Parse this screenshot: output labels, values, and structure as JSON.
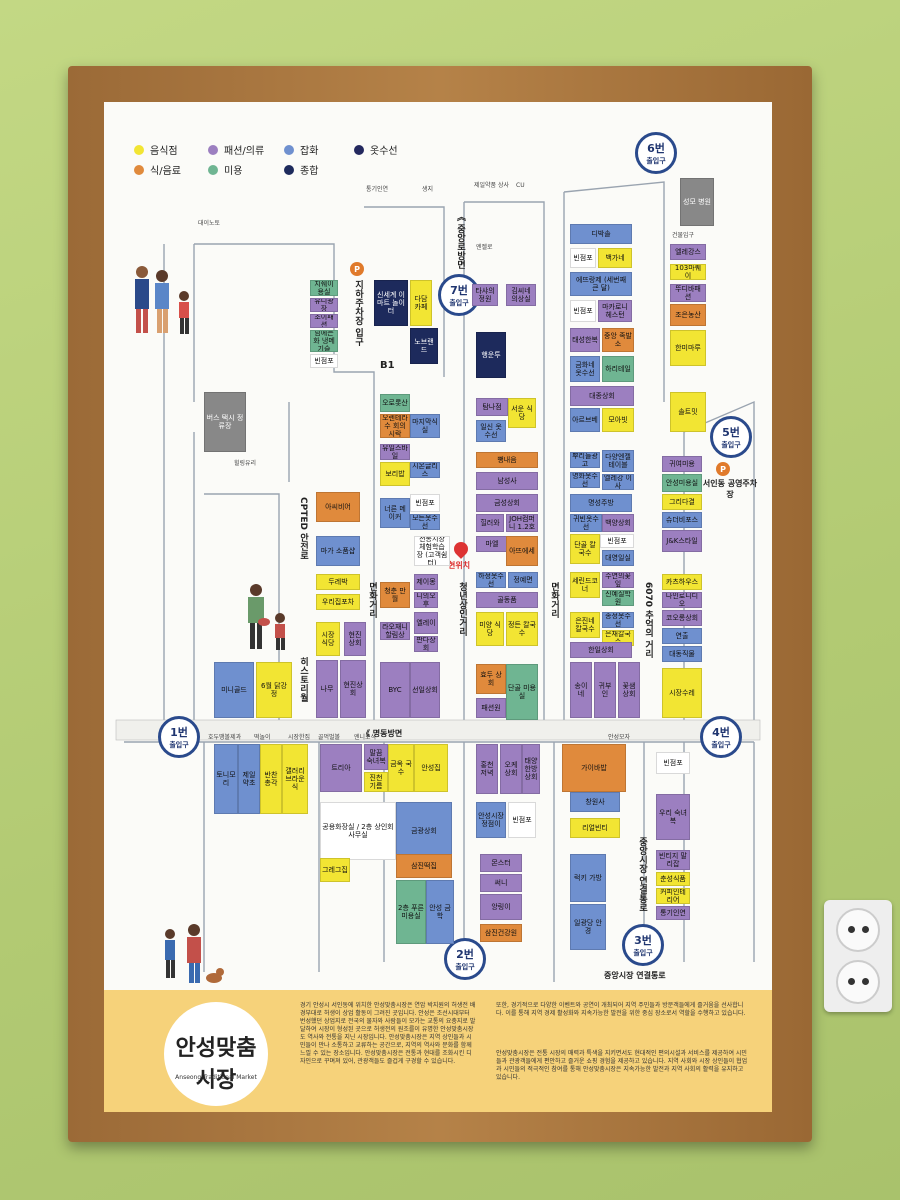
{
  "legend": [
    {
      "label": "음식점",
      "color": "#f2e533"
    },
    {
      "label": "패션/의류",
      "color": "#9c7fc0"
    },
    {
      "label": "잡화",
      "color": "#6f90cf"
    },
    {
      "label": "옷수선",
      "color": "#23285e"
    },
    {
      "label": "식/음료",
      "color": "#e08a3c"
    },
    {
      "label": "미용",
      "color": "#6fb592"
    },
    {
      "label": "종합",
      "color": "#1d2a5c"
    }
  ],
  "gates": [
    {
      "num": "6번",
      "label": "출입구"
    },
    {
      "num": "7번",
      "label": "출입구"
    },
    {
      "num": "5번",
      "label": "출입구"
    },
    {
      "num": "1번",
      "label": "출입구"
    },
    {
      "num": "4번",
      "label": "출입구"
    },
    {
      "num": "2번",
      "label": "출입구"
    },
    {
      "num": "3번",
      "label": "출입구"
    }
  ],
  "streets": {
    "jungang": "《 중앙로방면",
    "myeongdong": "《 명동방면",
    "cpted": "CPTED 안전로",
    "history": "히스토리월",
    "myeonhwa1": "면화거리",
    "myeonhwa2": "면화거리",
    "youth": "청년상인거리",
    "street6070": "6070 추억의 거리",
    "market_link": "중앙시장 연결통로",
    "jungang_road": "중앙시장 연결통로"
  },
  "places": {
    "underground": "지하주차장 입구",
    "bus": "버스 택시 정류장",
    "parking_east": "서인동 공영주차장",
    "here": "현위치",
    "b1": "B1",
    "cathedral": "성모 병원"
  },
  "small_labels": {
    "a": "통기인연",
    "b": "생지",
    "c": "제일약품 상사",
    "d": "CU",
    "e": "대이노토",
    "f": "힐링유리",
    "g": "엔젤로",
    "h": "건물입구"
  },
  "shops": [
    {
      "t": "지쉐이용실",
      "c": "#6fb592"
    },
    {
      "t": "유니광장",
      "c": "#9c7fc0"
    },
    {
      "t": "조이패션",
      "c": "#9c7fc0"
    },
    {
      "t": "남에는화 냉메기슬",
      "c": "#6fb592"
    },
    {
      "t": "빈점포",
      "c": "#ffffff"
    },
    {
      "t": "신세계 이마트 놀이터",
      "c": "#1d2a5c"
    },
    {
      "t": "다담 카페",
      "c": "#f2e533"
    },
    {
      "t": "노브랜드",
      "c": "#1d2a5c"
    },
    {
      "t": "타샤의 정원",
      "c": "#9c7fc0"
    },
    {
      "t": "김씨네 의상실",
      "c": "#9c7fc0"
    },
    {
      "t": "행운투",
      "c": "#1d2a5c"
    },
    {
      "t": "디박솔",
      "c": "#6f90cf"
    },
    {
      "t": "빈점포",
      "c": "#ffffff"
    },
    {
      "t": "백가네",
      "c": "#f2e533"
    },
    {
      "t": "에뜨랑제 (세번째 큰 달)",
      "c": "#6f90cf"
    },
    {
      "t": "빈점포",
      "c": "#ffffff"
    },
    {
      "t": "마카로니 헤스턴",
      "c": "#9c7fc0"
    },
    {
      "t": "태성한복",
      "c": "#9c7fc0"
    },
    {
      "t": "중앙 족발소",
      "c": "#e08a3c"
    },
    {
      "t": "금화네 옷수선",
      "c": "#6f90cf"
    },
    {
      "t": "하리테일",
      "c": "#6fb592"
    },
    {
      "t": "대종상회",
      "c": "#9c7fc0"
    },
    {
      "t": "아르브베",
      "c": "#6f90cf"
    },
    {
      "t": "모아빗",
      "c": "#f2e533"
    },
    {
      "t": "성모 병원",
      "c": "#888888"
    },
    {
      "t": "엘레강스",
      "c": "#9c7fc0"
    },
    {
      "t": "103마퀘이",
      "c": "#f2e533"
    },
    {
      "t": "뚜디바패션",
      "c": "#9c7fc0"
    },
    {
      "t": "조은농산",
      "c": "#e08a3c"
    },
    {
      "t": "한미마루",
      "c": "#f2e533"
    },
    {
      "t": "솔트밋",
      "c": "#f2e533"
    },
    {
      "t": "오로롯산",
      "c": "#6fb592"
    },
    {
      "t": "오렌테라수 회의시락",
      "c": "#e08a3c"
    },
    {
      "t": "마지막식실",
      "c": "#6f90cf"
    },
    {
      "t": "유일스바일",
      "c": "#9c7fc0"
    },
    {
      "t": "보리밥",
      "c": "#f2e533"
    },
    {
      "t": "시온글리스",
      "c": "#6f90cf"
    },
    {
      "t": "탐나점",
      "c": "#9c7fc0"
    },
    {
      "t": "서운 식당",
      "c": "#f2e533"
    },
    {
      "t": "일신 옷수선",
      "c": "#6f90cf"
    },
    {
      "t": "뻥내음",
      "c": "#e08a3c"
    },
    {
      "t": "남성사",
      "c": "#9c7fc0"
    },
    {
      "t": "아씨비어",
      "c": "#e08a3c"
    },
    {
      "t": "너른 메이커",
      "c": "#6f90cf"
    },
    {
      "t": "빈점포",
      "c": "#ffffff"
    },
    {
      "t": "모든옷수선",
      "c": "#6f90cf"
    },
    {
      "t": "금성상회",
      "c": "#9c7fc0"
    },
    {
      "t": "힐러와",
      "c": "#9c7fc0"
    },
    {
      "t": "JOH컴퍼니 1.2호",
      "c": "#9c7fc0"
    },
    {
      "t": "뿌리들광고",
      "c": "#6f90cf"
    },
    {
      "t": "다양엔젤 테이블",
      "c": "#6f90cf"
    },
    {
      "t": "명화옷수선",
      "c": "#6f90cf"
    },
    {
      "t": "엘레강 이사",
      "c": "#6f90cf"
    },
    {
      "t": "명성주방",
      "c": "#6f90cf"
    },
    {
      "t": "귀빈옷수선",
      "c": "#6f90cf"
    },
    {
      "t": "백양상회",
      "c": "#9c7fc0"
    },
    {
      "t": "귀여미용",
      "c": "#9c7fc0"
    },
    {
      "t": "안성미용실",
      "c": "#6fb592"
    },
    {
      "t": "그리다결",
      "c": "#f2e533"
    },
    {
      "t": "슈더비포스",
      "c": "#6f90cf"
    },
    {
      "t": "J&K스타일",
      "c": "#9c7fc0"
    },
    {
      "t": "마가 소품샵",
      "c": "#6f90cf"
    },
    {
      "t": "전통시장 체험학습장 (고객쉼터)",
      "c": "#ffffff"
    },
    {
      "t": "마엘",
      "c": "#9c7fc0"
    },
    {
      "t": "아뜨에세",
      "c": "#e08a3c"
    },
    {
      "t": "빈점포",
      "c": "#ffffff"
    },
    {
      "t": "단골 칼국수",
      "c": "#f2e533"
    },
    {
      "t": "대영일실",
      "c": "#6f90cf"
    },
    {
      "t": "두레박",
      "c": "#f2e533"
    },
    {
      "t": "우리집포차",
      "c": "#f2e533"
    },
    {
      "t": "청춘 만월",
      "c": "#e08a3c"
    },
    {
      "t": "제이몽",
      "c": "#9c7fc0"
    },
    {
      "t": "니의오후",
      "c": "#9c7fc0"
    },
    {
      "t": "하정옷수선",
      "c": "#6f90cf"
    },
    {
      "t": "정예면",
      "c": "#6f90cf"
    },
    {
      "t": "골동품",
      "c": "#9c7fc0"
    },
    {
      "t": "세린드코너",
      "c": "#f2e533"
    },
    {
      "t": "수연의꽃잎",
      "c": "#9c7fc0"
    },
    {
      "t": "신예실학원",
      "c": "#6fb592"
    },
    {
      "t": "카츠하우스",
      "c": "#f2e533"
    },
    {
      "t": "나인로니디오",
      "c": "#9c7fc0"
    },
    {
      "t": "코오롱상회",
      "c": "#9c7fc0"
    },
    {
      "t": "연출",
      "c": "#6f90cf"
    },
    {
      "t": "대동직물",
      "c": "#6f90cf"
    },
    {
      "t": "시장 식당",
      "c": "#f2e533"
    },
    {
      "t": "현진 상회",
      "c": "#9c7fc0"
    },
    {
      "t": "라오재니 할림상",
      "c": "#9c7fc0"
    },
    {
      "t": "엘레이",
      "c": "#9c7fc0"
    },
    {
      "t": "판다상회",
      "c": "#9c7fc0"
    },
    {
      "t": "미양 식당",
      "c": "#f2e533"
    },
    {
      "t": "정든 칼국수",
      "c": "#f2e533"
    },
    {
      "t": "은진네 칼국수",
      "c": "#f2e533"
    },
    {
      "t": "송정옷수선",
      "c": "#6f90cf"
    },
    {
      "t": "은재칼국수",
      "c": "#f2e533"
    },
    {
      "t": "한일상회",
      "c": "#9c7fc0"
    },
    {
      "t": "나무",
      "c": "#9c7fc0"
    },
    {
      "t": "현진상회",
      "c": "#9c7fc0"
    },
    {
      "t": "BYC",
      "c": "#9c7fc0"
    },
    {
      "t": "선일상회",
      "c": "#9c7fc0"
    },
    {
      "t": "효두 상회",
      "c": "#e08a3c"
    },
    {
      "t": "단골 미용실",
      "c": "#6fb592"
    },
    {
      "t": "패션원",
      "c": "#9c7fc0"
    },
    {
      "t": "송이네",
      "c": "#9c7fc0"
    },
    {
      "t": "귀부인",
      "c": "#9c7fc0"
    },
    {
      "t": "꽃샘상회",
      "c": "#9c7fc0"
    },
    {
      "t": "미니골드",
      "c": "#6f90cf"
    },
    {
      "t": "6월 닭강정",
      "c": "#f2e533"
    },
    {
      "t": "시장수레",
      "c": "#f2e533"
    },
    {
      "t": "트리아",
      "c": "#9c7fc0"
    },
    {
      "t": "말끔 숙녀복",
      "c": "#9c7fc0"
    },
    {
      "t": "진천 기름",
      "c": "#f2e533"
    },
    {
      "t": "금옥 국수",
      "c": "#f2e533"
    },
    {
      "t": "안성집",
      "c": "#f2e533"
    },
    {
      "t": "홍천 저녁",
      "c": "#9c7fc0"
    },
    {
      "t": "오케 상회",
      "c": "#9c7fc0"
    },
    {
      "t": "태양 한방 상회",
      "c": "#9c7fc0"
    },
    {
      "t": "가이바밥",
      "c": "#e08a3c"
    },
    {
      "t": "빈점포",
      "c": "#ffffff"
    },
    {
      "t": "토니모리",
      "c": "#6f90cf"
    },
    {
      "t": "제일약초",
      "c": "#6f90cf"
    },
    {
      "t": "반찬총각",
      "c": "#f2e533"
    },
    {
      "t": "갤러리 브라운식",
      "c": "#f2e533"
    },
    {
      "t": "공용화장실 / 2층 상인회사무실",
      "c": "#ffffff"
    },
    {
      "t": "금광상회",
      "c": "#6f90cf"
    },
    {
      "t": "안성시장 정점이",
      "c": "#6f90cf"
    },
    {
      "t": "빈점포",
      "c": "#ffffff"
    },
    {
      "t": "창원사",
      "c": "#6f90cf"
    },
    {
      "t": "리얼빈티",
      "c": "#f2e533"
    },
    {
      "t": "우리 숙녀복",
      "c": "#9c7fc0"
    },
    {
      "t": "그레그집",
      "c": "#f2e533"
    },
    {
      "t": "삼진떡집",
      "c": "#e08a3c"
    },
    {
      "t": "몬스터",
      "c": "#9c7fc0"
    },
    {
      "t": "써니",
      "c": "#9c7fc0"
    },
    {
      "t": "앙링이",
      "c": "#9c7fc0"
    },
    {
      "t": "빈티지 말리잡",
      "c": "#9c7fc0"
    },
    {
      "t": "춘성식품",
      "c": "#f2e533"
    },
    {
      "t": "커피인테리어",
      "c": "#f2e533"
    },
    {
      "t": "통기인연",
      "c": "#9c7fc0"
    },
    {
      "t": "2층 푸른 미용실",
      "c": "#6fb592"
    },
    {
      "t": "안성 금학",
      "c": "#6f90cf"
    },
    {
      "t": "삼진건강원",
      "c": "#e08a3c"
    },
    {
      "t": "럭키 가방",
      "c": "#6f90cf"
    },
    {
      "t": "일광당 안경",
      "c": "#6f90cf"
    },
    {
      "t": "버스 택시 정류장",
      "c": "#888888"
    }
  ],
  "bottom_street_labels": [
    "호두땡볼제과",
    "떡놀이",
    "시장한집",
    "골먹벌볼",
    "엔니로식",
    "안성모자"
  ],
  "info": {
    "logo": "안성맞춤시장",
    "logo_sub": "Anseong Traditional Market",
    "para1": "경기 안성시 서인동에 위치한 안성맞춤시장은 연암 박지원의 허생전 배경부대로 허생이 상업 활동이 그려진 곳입니다. 안성은 조선시대부터 번성했던 상업지로 전국의 물자와 사람들이 모가는 교통의 요충지로 발달하여 시장이 형성된 곳으로 허생전의 원조를이 유명한 안성맞춤시장도 역사와 전통을 지닌 시장입니다. 안성맞춤시장은 지역 상인들과 시민들이 만나 소통하고 교류하는 공간으로, 지역의 역사와 문화를 함께 느낄 수 있는 장소입니다. 안성맞춤시장은 전통과 현대를 조화시킨 디자인으로 꾸며져 있어, 관광객들도 즐겁게 구경할 수 있습니다.",
    "para2": "또한, 경기적으로 다양한 이벤트와 공연이 개최되어 지역 주민들과 방문객들에게 즐거움을 선사합니다. 이를 통해 지역 경제 활성화와 지속가능한 발전을 위한 중심 장소로서 역할을 수행하고 있습니다.",
    "para3": "안성맞춤시장은 전통 시장의 매력과 특색을 지키면서도 현대적인 편의시설과 서비스를 제공하여 시민들과 관광객들에게 편안하고 즐거운 쇼핑 경험을 제공하고 있습니다. 지역 사회와 시장 상인들이 협업과 시민들의 적극적인 참여를 통해 안성맞춤시장은 지속가능한 발전과 지역 사회의 활력을 유지하고 있습니다."
  }
}
